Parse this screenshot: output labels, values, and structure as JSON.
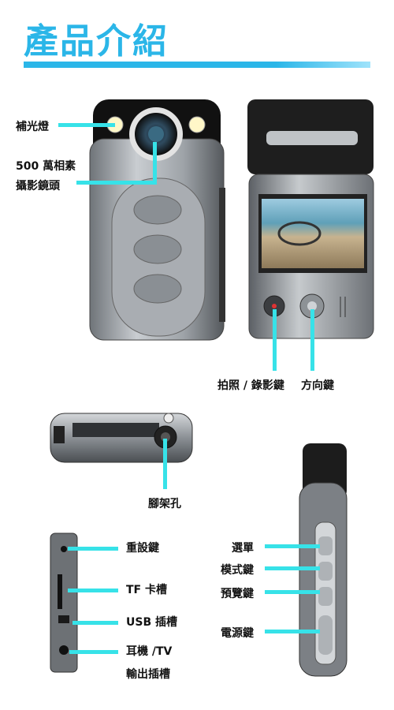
{
  "title": "產品介紹",
  "labels": {
    "fill_light": "補光燈",
    "megapixel": "500 萬相素",
    "lens": "攝影鏡頭",
    "shutter": "拍照 / 錄影鍵",
    "direction": "方向鍵",
    "tripod": "腳架孔",
    "reset": "重設鍵",
    "tf_slot": "TF 卡槽",
    "usb_slot": "USB 插槽",
    "earphone_tv": "耳機 /TV",
    "output_slot": "輸出插槽",
    "menu": "選單",
    "mode": "模式鍵",
    "preview": "預覽鍵",
    "power": "電源鍵"
  },
  "colors": {
    "accent": "#2bb6e8",
    "pointer": "#37e2e8"
  }
}
